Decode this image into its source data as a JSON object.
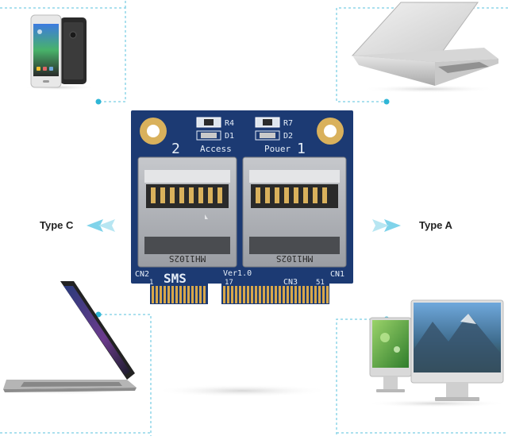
{
  "labels": {
    "left": "Type C",
    "right": "Type A"
  },
  "board": {
    "r4": "R4",
    "d1": "D1",
    "r7": "R7",
    "d2": "D2",
    "access": "Access",
    "power": "Pouer",
    "slot_num_left": "2",
    "slot_num_right": "1",
    "cn2": "CN2",
    "pin1": "1",
    "ver": "Ver1.0",
    "pin17": "17",
    "cn3": "CN3",
    "pin51": "51",
    "cn1": "CN1",
    "smt_left": "SMS",
    "card_left_text": "MH1102S",
    "card_right_text": "MH1102S"
  },
  "colors": {
    "pcb": "#1c3a73",
    "accent_line": "#8fd6e8",
    "accent_dot": "#2fb6d6",
    "gold": "#d7a74a"
  }
}
